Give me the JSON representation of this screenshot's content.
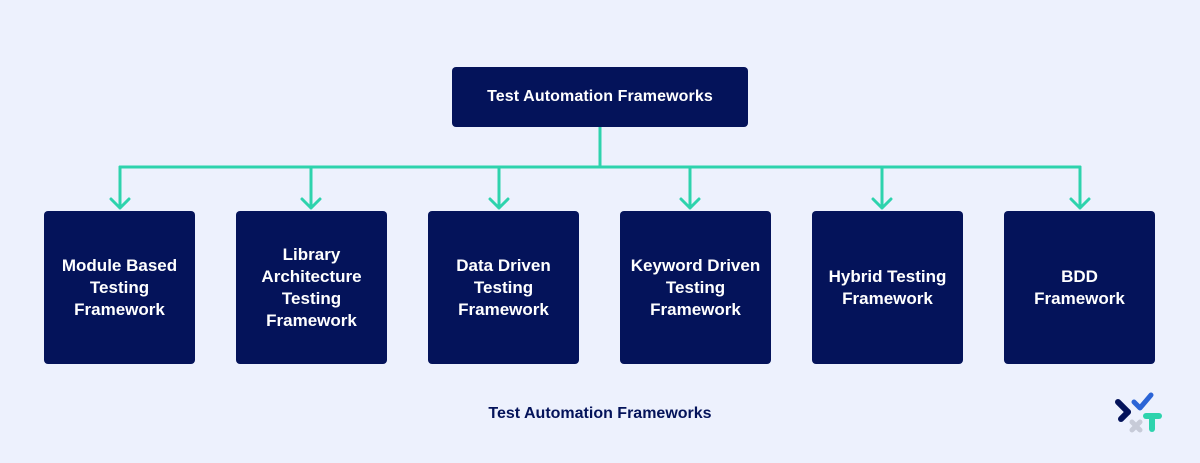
{
  "diagram": {
    "root": {
      "label": "Test Automation Frameworks"
    },
    "children": [
      {
        "label": "Module Based Testing Framework"
      },
      {
        "label": "Library Architecture Testing Framework"
      },
      {
        "label": "Data Driven Testing Framework"
      },
      {
        "label": "Keyword Driven Testing Framework"
      },
      {
        "label": "Hybrid Testing Framework"
      },
      {
        "label": "BDD Framework"
      }
    ]
  },
  "caption": "Test Automation Frameworks",
  "colors": {
    "background": "#edf1fd",
    "box": "#04135a",
    "box_text": "#ffffff",
    "connector": "#2ed3ad",
    "caption": "#04135a"
  },
  "logo": {
    "icon": "brand-logo-icon"
  }
}
